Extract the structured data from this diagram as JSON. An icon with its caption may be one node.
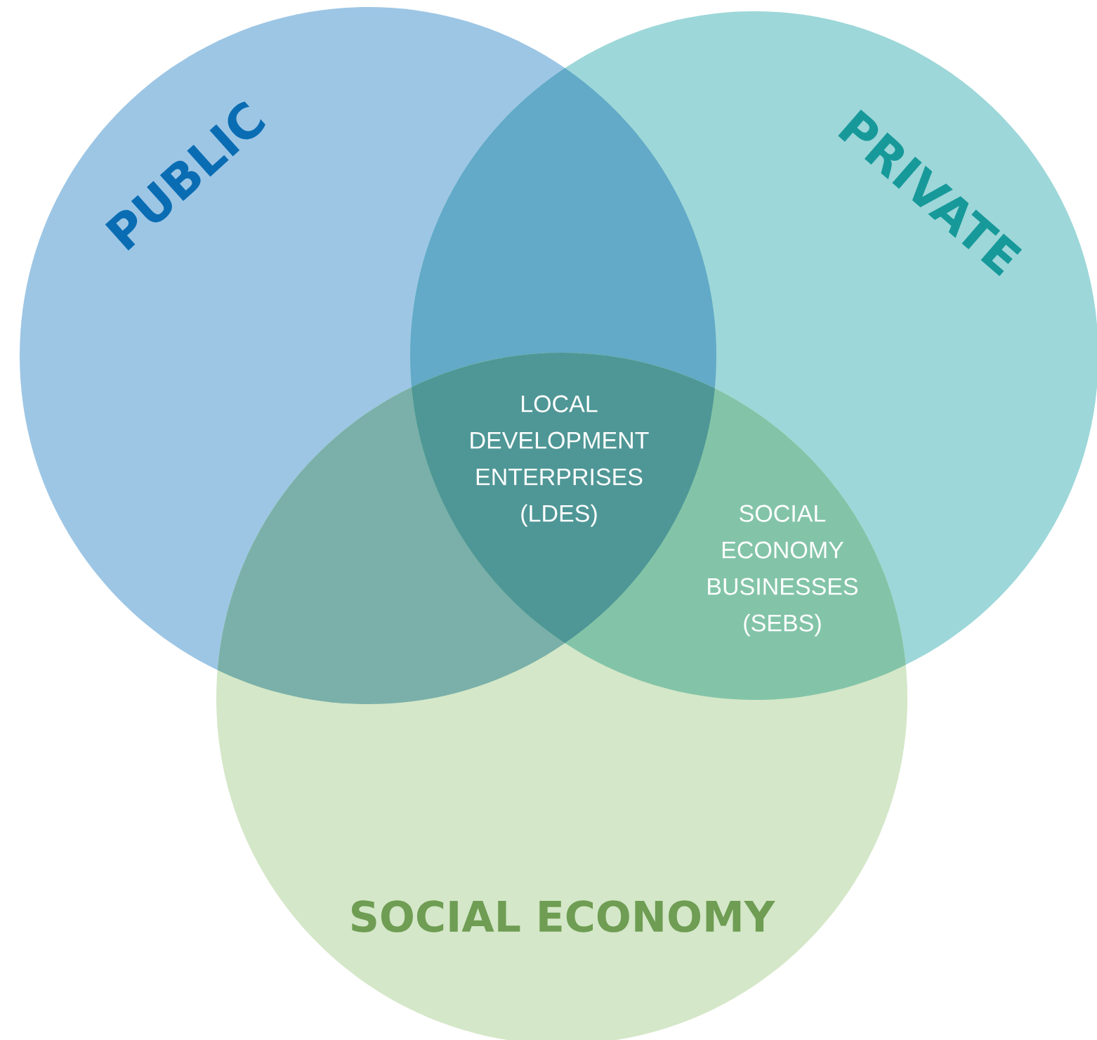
{
  "diagram": {
    "nodes": [
      {
        "text": [
          "PUBLIC"
        ]
      },
      {
        "text": [
          "PRIVATE"
        ]
      },
      {
        "text": [
          "SOCIAL ECONOMY"
        ]
      }
    ],
    "labels": [
      "LOCAL DEVELOPMENT ENTERPRISES (LDES)",
      "SOCIAL ECONOMY BUSINESSES (SEBS)"
    ]
  }
}
